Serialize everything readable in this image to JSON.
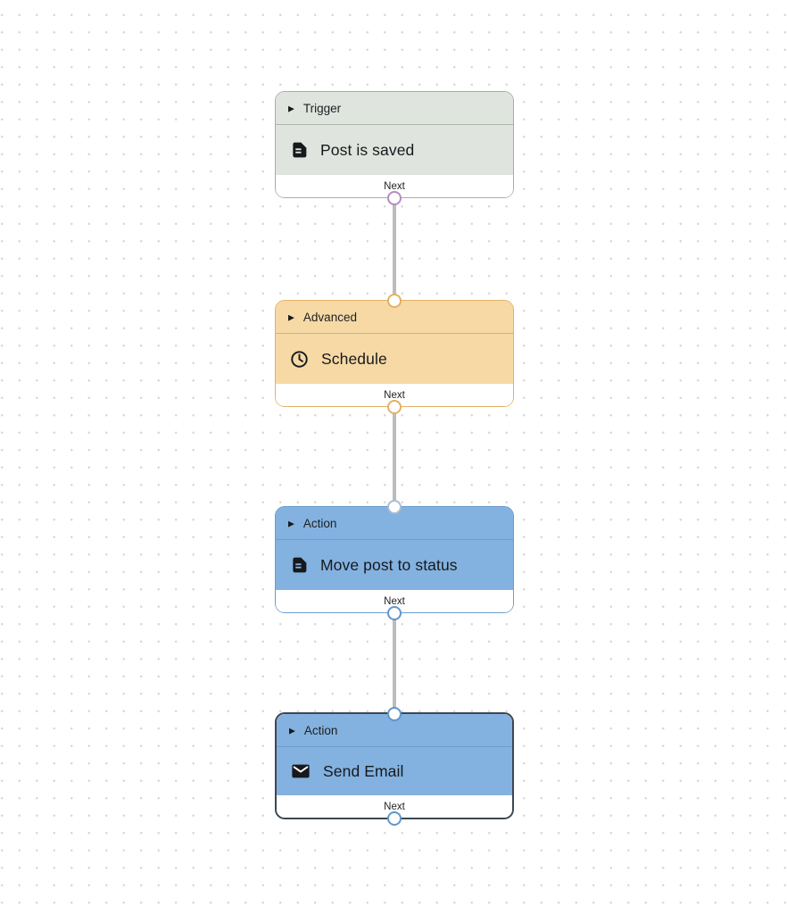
{
  "canvas": {
    "background_color": "#ffffff",
    "dot_color": "#d8d8d8",
    "edge_color": "#bcbcbc"
  },
  "workflow": {
    "nodes": [
      {
        "category_label": "Trigger",
        "title": "Post is saved",
        "icon": "post-icon",
        "footer_label": "Next",
        "collapse_arrow": "▶",
        "fill": "#dfe4de",
        "border": "#a6aea4",
        "divider": "#adb6ab",
        "port_in": "",
        "port_out": "#b48cc2",
        "selected": false
      },
      {
        "category_label": "Advanced",
        "title": "Schedule",
        "icon": "clock-icon",
        "footer_label": "Next",
        "collapse_arrow": "▶",
        "fill": "#f6d9a5",
        "border": "#e2b266",
        "divider": "#ddaf64",
        "port_in": "#e0b166",
        "port_out": "#e0b166",
        "selected": false
      },
      {
        "category_label": "Action",
        "title": "Move post to status",
        "icon": "post-icon",
        "footer_label": "Next",
        "collapse_arrow": "▶",
        "fill": "#83b2e0",
        "border": "#6b9dcd",
        "divider": "#6f9ecc",
        "port_in": "#a8bdd3",
        "port_out": "#6095cc",
        "selected": false
      },
      {
        "category_label": "Action",
        "title": "Send Email",
        "icon": "email-icon",
        "footer_label": "Next",
        "collapse_arrow": "▶",
        "fill": "#83b2e0",
        "border": "#3d4751",
        "divider": "#6f9ecc",
        "port_in": "#6095cc",
        "port_out": "#6095cc",
        "selected": true
      }
    ]
  }
}
